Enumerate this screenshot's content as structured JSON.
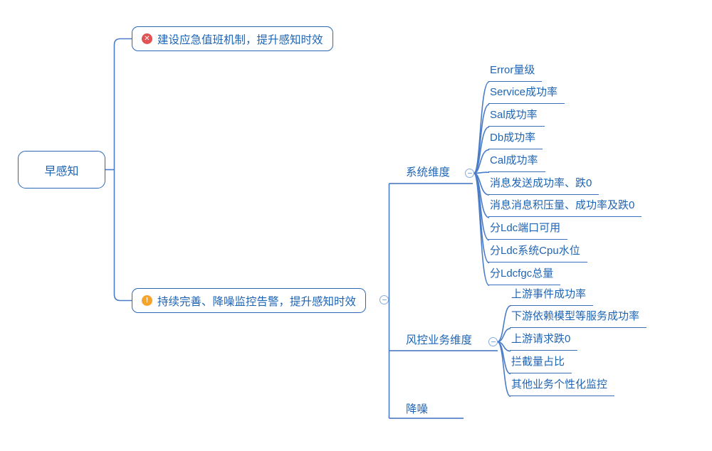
{
  "mindmap": {
    "root": {
      "label": "早感知"
    },
    "branches": [
      {
        "label": "建设应急值班机制，提升感知时效",
        "icon": {
          "name": "error",
          "glyph": "✕",
          "color": "#e25252"
        }
      },
      {
        "label": "持续完善、降噪监控告警，提升感知时效",
        "icon": {
          "name": "warning",
          "glyph": "!",
          "color": "#f6a32a"
        },
        "children": [
          {
            "label": "系统维度",
            "children": [
              "Error量级",
              "Service成功率",
              "Sal成功率",
              "Db成功率",
              "Cal成功率",
              "消息发送成功率、跌0",
              "消息消息积压量、成功率及跌0",
              "分Ldc端口可用",
              "分Ldc系统Cpu水位",
              "分Ldcfgc总量"
            ]
          },
          {
            "label": "风控业务维度",
            "children": [
              "上游事件成功率",
              "下游依赖模型等服务成功率",
              "上游请求跌0",
              "拦截量占比",
              "其他业务个性化监控"
            ]
          },
          {
            "label": "降噪",
            "children": []
          }
        ]
      }
    ],
    "colors": {
      "text": "#1e64b4",
      "node_border": "#2c67b6",
      "connector": "#4a7cc7",
      "collapse_stroke": "#84abdf",
      "error_badge": "#e25252",
      "warning_badge": "#f6a32a",
      "background": "#ffffff"
    }
  }
}
